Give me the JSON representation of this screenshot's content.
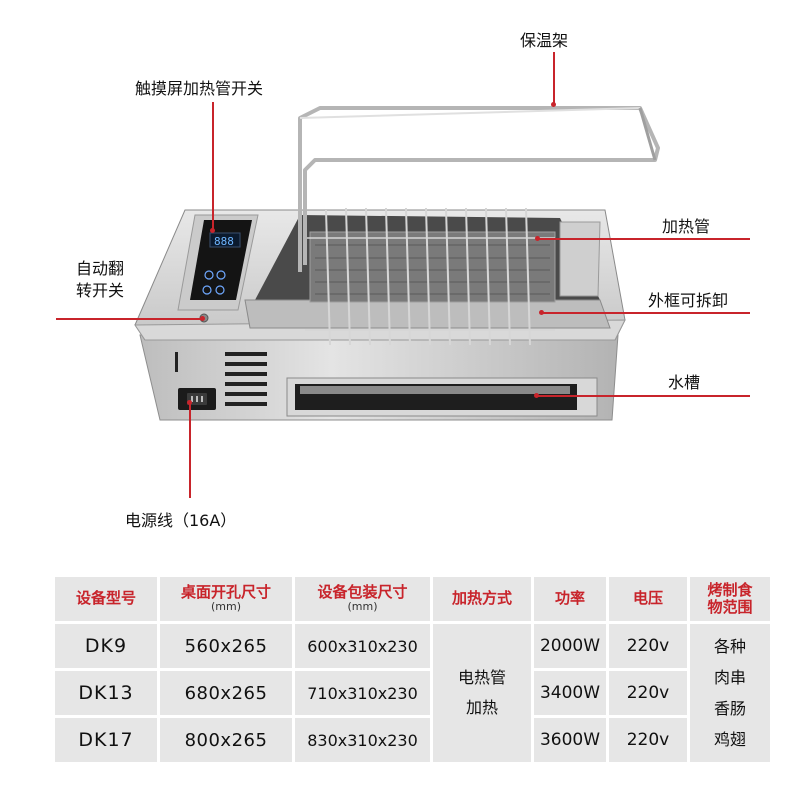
{
  "callouts": {
    "warming_rack": "保温架",
    "touch_switch": "触摸屏加热管开关",
    "auto_flip_line1": "自动翻",
    "auto_flip_line2": "转开关",
    "heating_tube": "加热管",
    "removable_frame": "外框可拆卸",
    "water_tank": "水槽",
    "power_cord": "电源线（16A）"
  },
  "table": {
    "headers": {
      "model": "设备型号",
      "cutout": "桌面开孔尺寸",
      "cutout_unit": "(mm)",
      "package": "设备包装尺寸",
      "package_unit": "(mm)",
      "heating": "加热方式",
      "power": "功率",
      "voltage": "电压",
      "food_line1": "烤制食",
      "food_line2": "物范围"
    },
    "rows": [
      {
        "model": "DK9",
        "cutout": "560x265",
        "package": "600x310x230",
        "power": "2000W",
        "voltage": "220v"
      },
      {
        "model": "DK13",
        "cutout": "680x265",
        "package": "710x310x230",
        "power": "3400W",
        "voltage": "220v"
      },
      {
        "model": "DK17",
        "cutout": "800x265",
        "package": "830x310x230",
        "power": "3600W",
        "voltage": "220v"
      }
    ],
    "heating_line1": "电热管",
    "heating_line2": "加热",
    "food": [
      "各种",
      "肉串",
      "香肠",
      "鸡翅"
    ]
  },
  "accent_color": "#c8242b"
}
